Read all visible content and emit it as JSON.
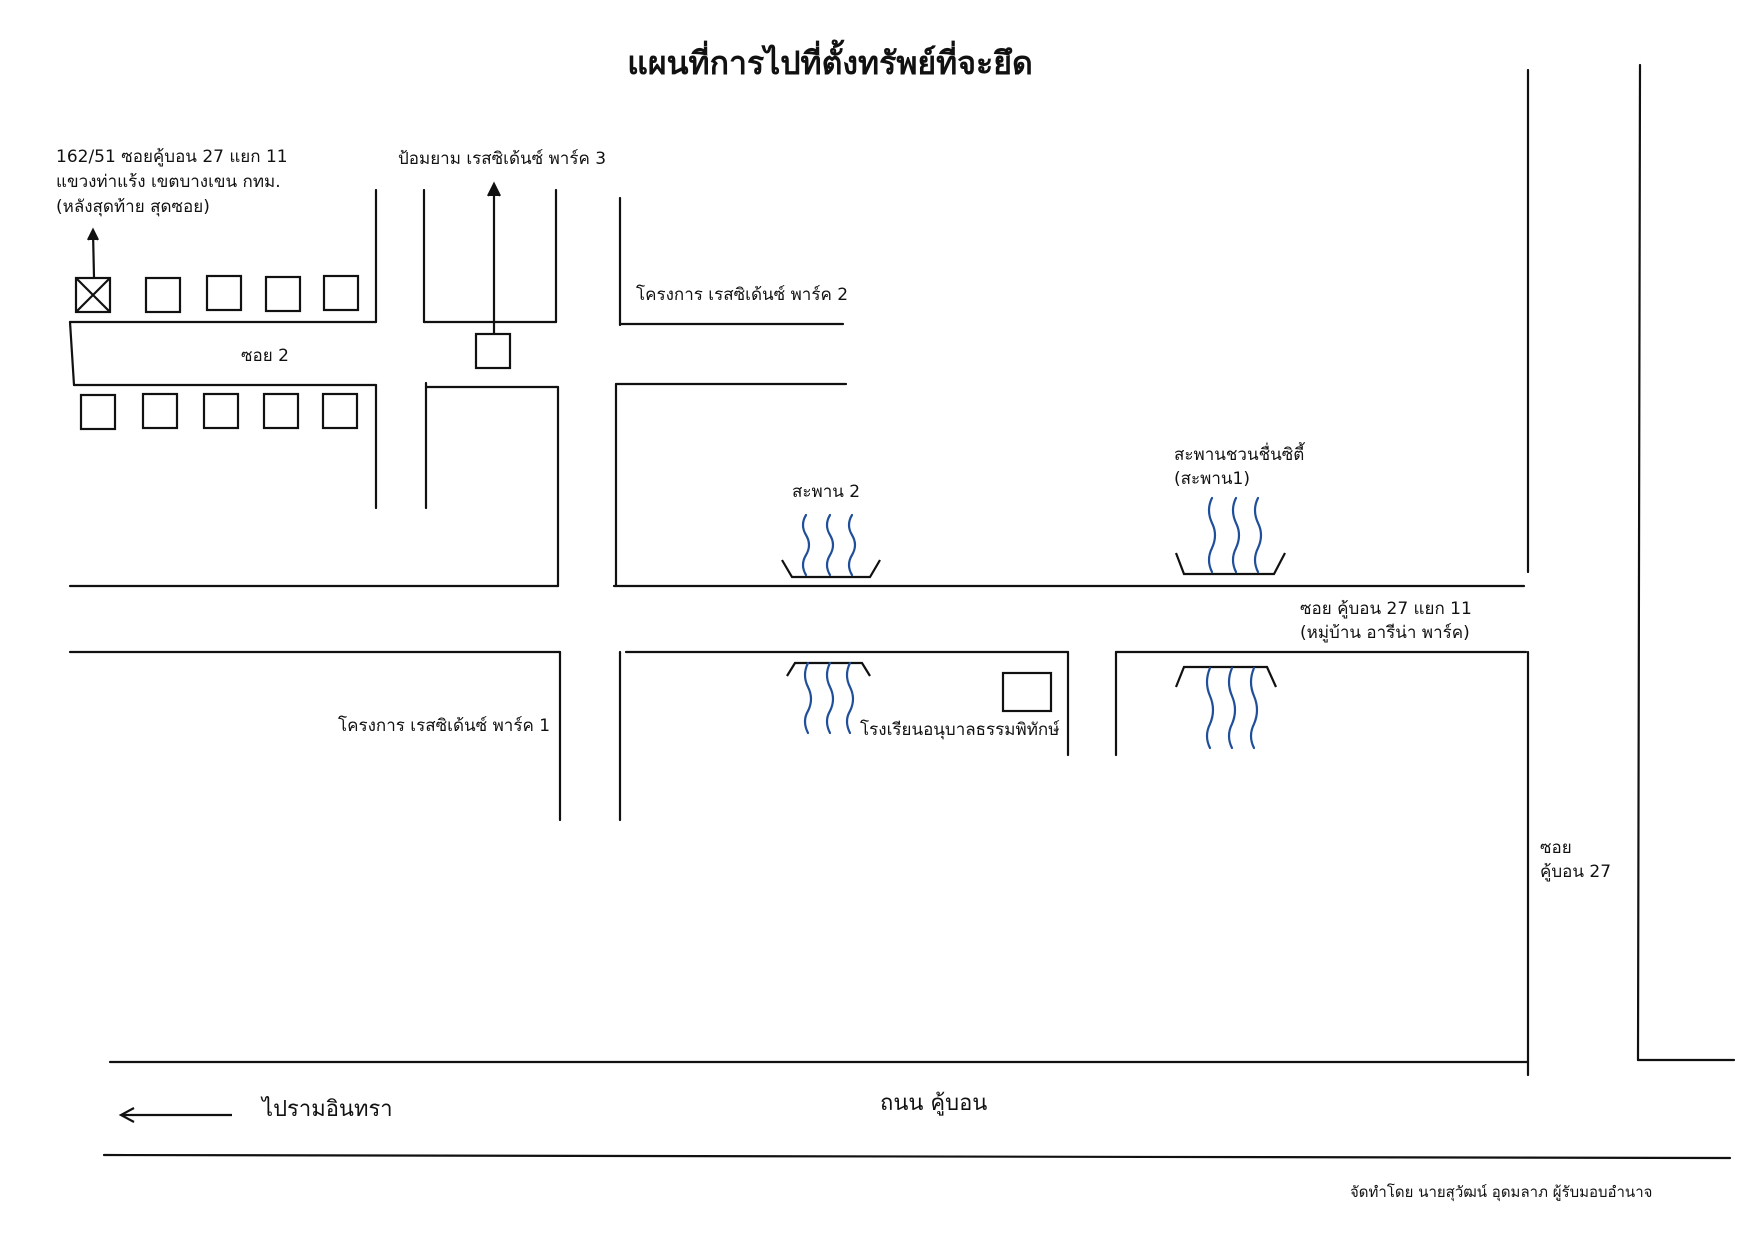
{
  "title": "แผนที่การไปที่ตั้งทรัพย์ที่จะยึด",
  "labels": {
    "target_address_line1": "162/51 ซอยคู้บอน 27 แยก 11",
    "target_address_line2": "แขวงท่าแร้ง เขตบางเขน กทม.",
    "target_address_line3": "(หลังสุดท้าย สุดซอย)",
    "poomyam": "ป้อมยาม เรสซิเด้นซ์ พาร์ค 3",
    "park2": "โครงการ เรสซิเด้นซ์ พาร์ค 2",
    "soi2": "ซอย 2",
    "bridge2": "สะพาน 2",
    "bridge1_line1": "สะพานชวนชื่นซิตี้",
    "bridge1_line2": "(สะพาน1)",
    "soi_main_line1": "ซอย คู้บอน 27 แยก 11",
    "soi_main_line2": "(หมู่บ้าน อารีน่า พาร์ค)",
    "park1": "โครงการ เรสซิเด้นซ์ พาร์ค 1",
    "school": "โรงเรียนอนุบาลธรรมพิทักษ์",
    "soi27_line1": "ซอย",
    "soi27_line2": "คู้บอน 27",
    "to_ramintra": "ไปรามอินทรา",
    "main_road": "ถนน คู้บอน",
    "credit": "จัดทำโดย นายสุวัฒน์ อุดมลาภ ผู้รับมอบอำนาจ"
  },
  "icons": {
    "target_house": "house-target-x-icon",
    "house": "house-square-icon",
    "guard_post": "guard-post-icon",
    "bridge": "bridge-canal-icon",
    "school": "school-icon",
    "arrow_up": "arrow-up-icon",
    "arrow_left": "arrow-left-icon"
  },
  "colors": {
    "line": "#111111",
    "water": "#1f4e9a"
  }
}
